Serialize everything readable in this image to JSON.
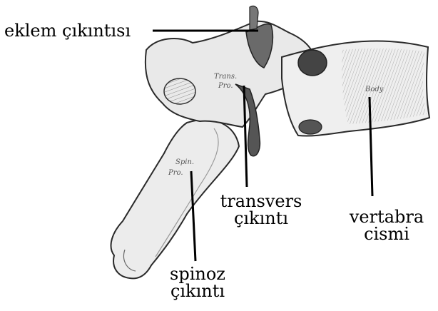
{
  "labels": {
    "articular_process": "eklem çıkıntısı",
    "transverse_process_line1": "transvers",
    "transverse_process_line2": "çıkıntı",
    "vertebral_body_line1": "vertabra",
    "vertebral_body_line2": "cismi",
    "spinous_process_line1": "spinoz",
    "spinous_process_line2": "çıkıntı"
  },
  "bone_annotations": {
    "trans_line1": "Trans.",
    "trans_line2": "Pro.",
    "body": "Body",
    "spin_line1": "Spin.",
    "spin_line2": "Pro."
  },
  "colors": {
    "ink": "#000000",
    "bone_fill": "#e9e9e9",
    "bone_shade": "#9a9a9a",
    "bone_dark": "#3a3a3a"
  }
}
